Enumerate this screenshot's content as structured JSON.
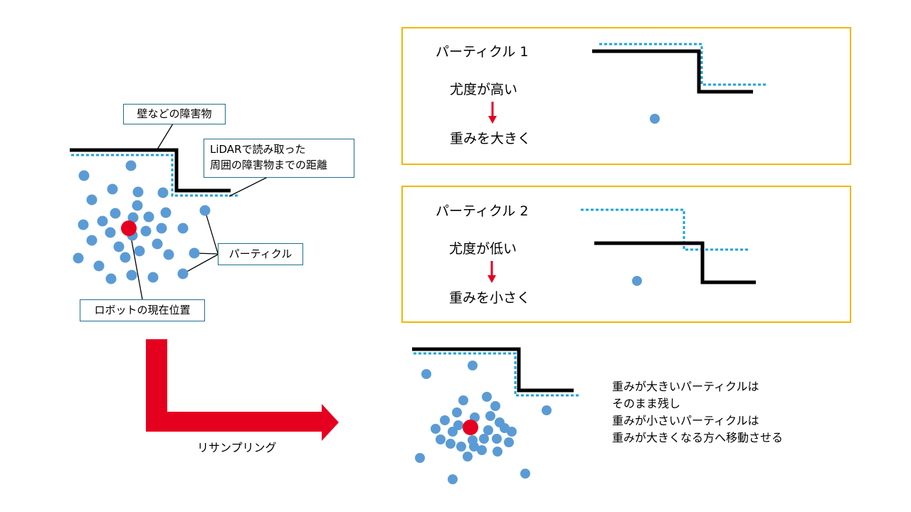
{
  "labels": {
    "obstacle": "壁などの障害物",
    "lidar_line1": "LiDARで読み取った",
    "lidar_line2": "周囲の障害物までの距離",
    "particle": "パーティクル",
    "robot": "ロボットの現在位置",
    "resampling": "リサンプリング"
  },
  "panels": [
    {
      "title": "パーティクル 1",
      "likelihood": "尤度が高い",
      "weight": "重みを大きく"
    },
    {
      "title": "パーティクル 2",
      "likelihood": "尤度が低い",
      "weight": "重みを小さく"
    }
  ],
  "description": [
    "重みが大きいパーティクルは",
    "そのまま残し",
    "重みが小さいパーティクルは",
    "重みが大きくなる方へ移動させる"
  ],
  "colors": {
    "particle": "#5b9bd5",
    "robot": "#e60020",
    "wall": "#000000",
    "lidar": "#1aa3e0",
    "panel_border": "#f2b600",
    "arrow": "#e60020",
    "callout_border": "#1f6f8b"
  }
}
